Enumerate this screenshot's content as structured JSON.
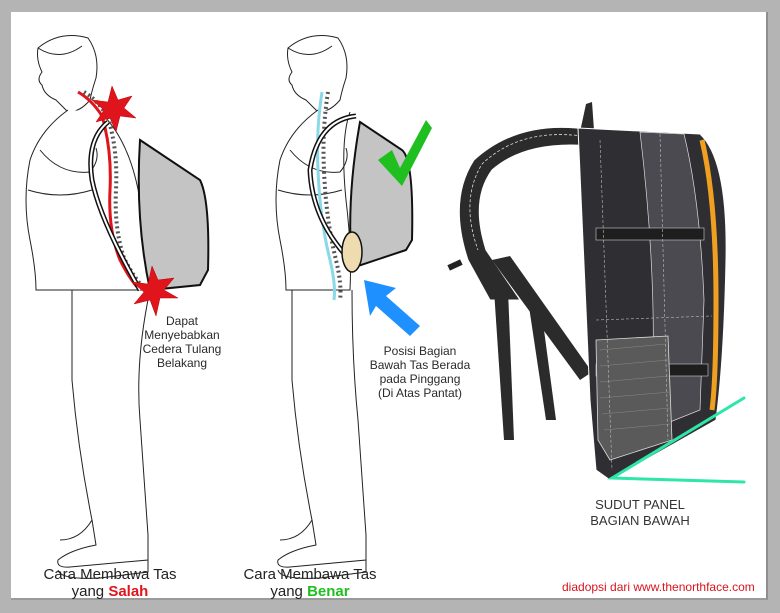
{
  "figures": {
    "wrong": {
      "caption_line1": "Cara Membawa Tas",
      "caption_prefix": "yang",
      "caption_verdict": "Salah",
      "note": [
        "Dapat",
        "Menyebabkan",
        "Cedera Tulang",
        "Belakang"
      ],
      "marker_icon": "pain-burst-icon",
      "highlight_color": "#e0141c"
    },
    "right": {
      "caption_line1": "Cara Membawa Tas",
      "caption_prefix": "yang",
      "caption_verdict": "Benar",
      "note": [
        "Posisi Bagian",
        "Bawah Tas Berada",
        "pada Pinggang",
        "(Di Atas Pantat)"
      ],
      "marker_icon": "checkmark-icon",
      "pointer_icon": "arrow-up-left-icon",
      "check_color": "#1fbf1f",
      "arrow_color": "#1e90ff"
    }
  },
  "backpack": {
    "label": [
      "SUDUT PANEL",
      "BAGIAN BAWAH"
    ],
    "angle_color": "#2ee6a8",
    "accent_color": "#f0a020"
  },
  "credit": "diadopsi dari www.thenorthface.com"
}
